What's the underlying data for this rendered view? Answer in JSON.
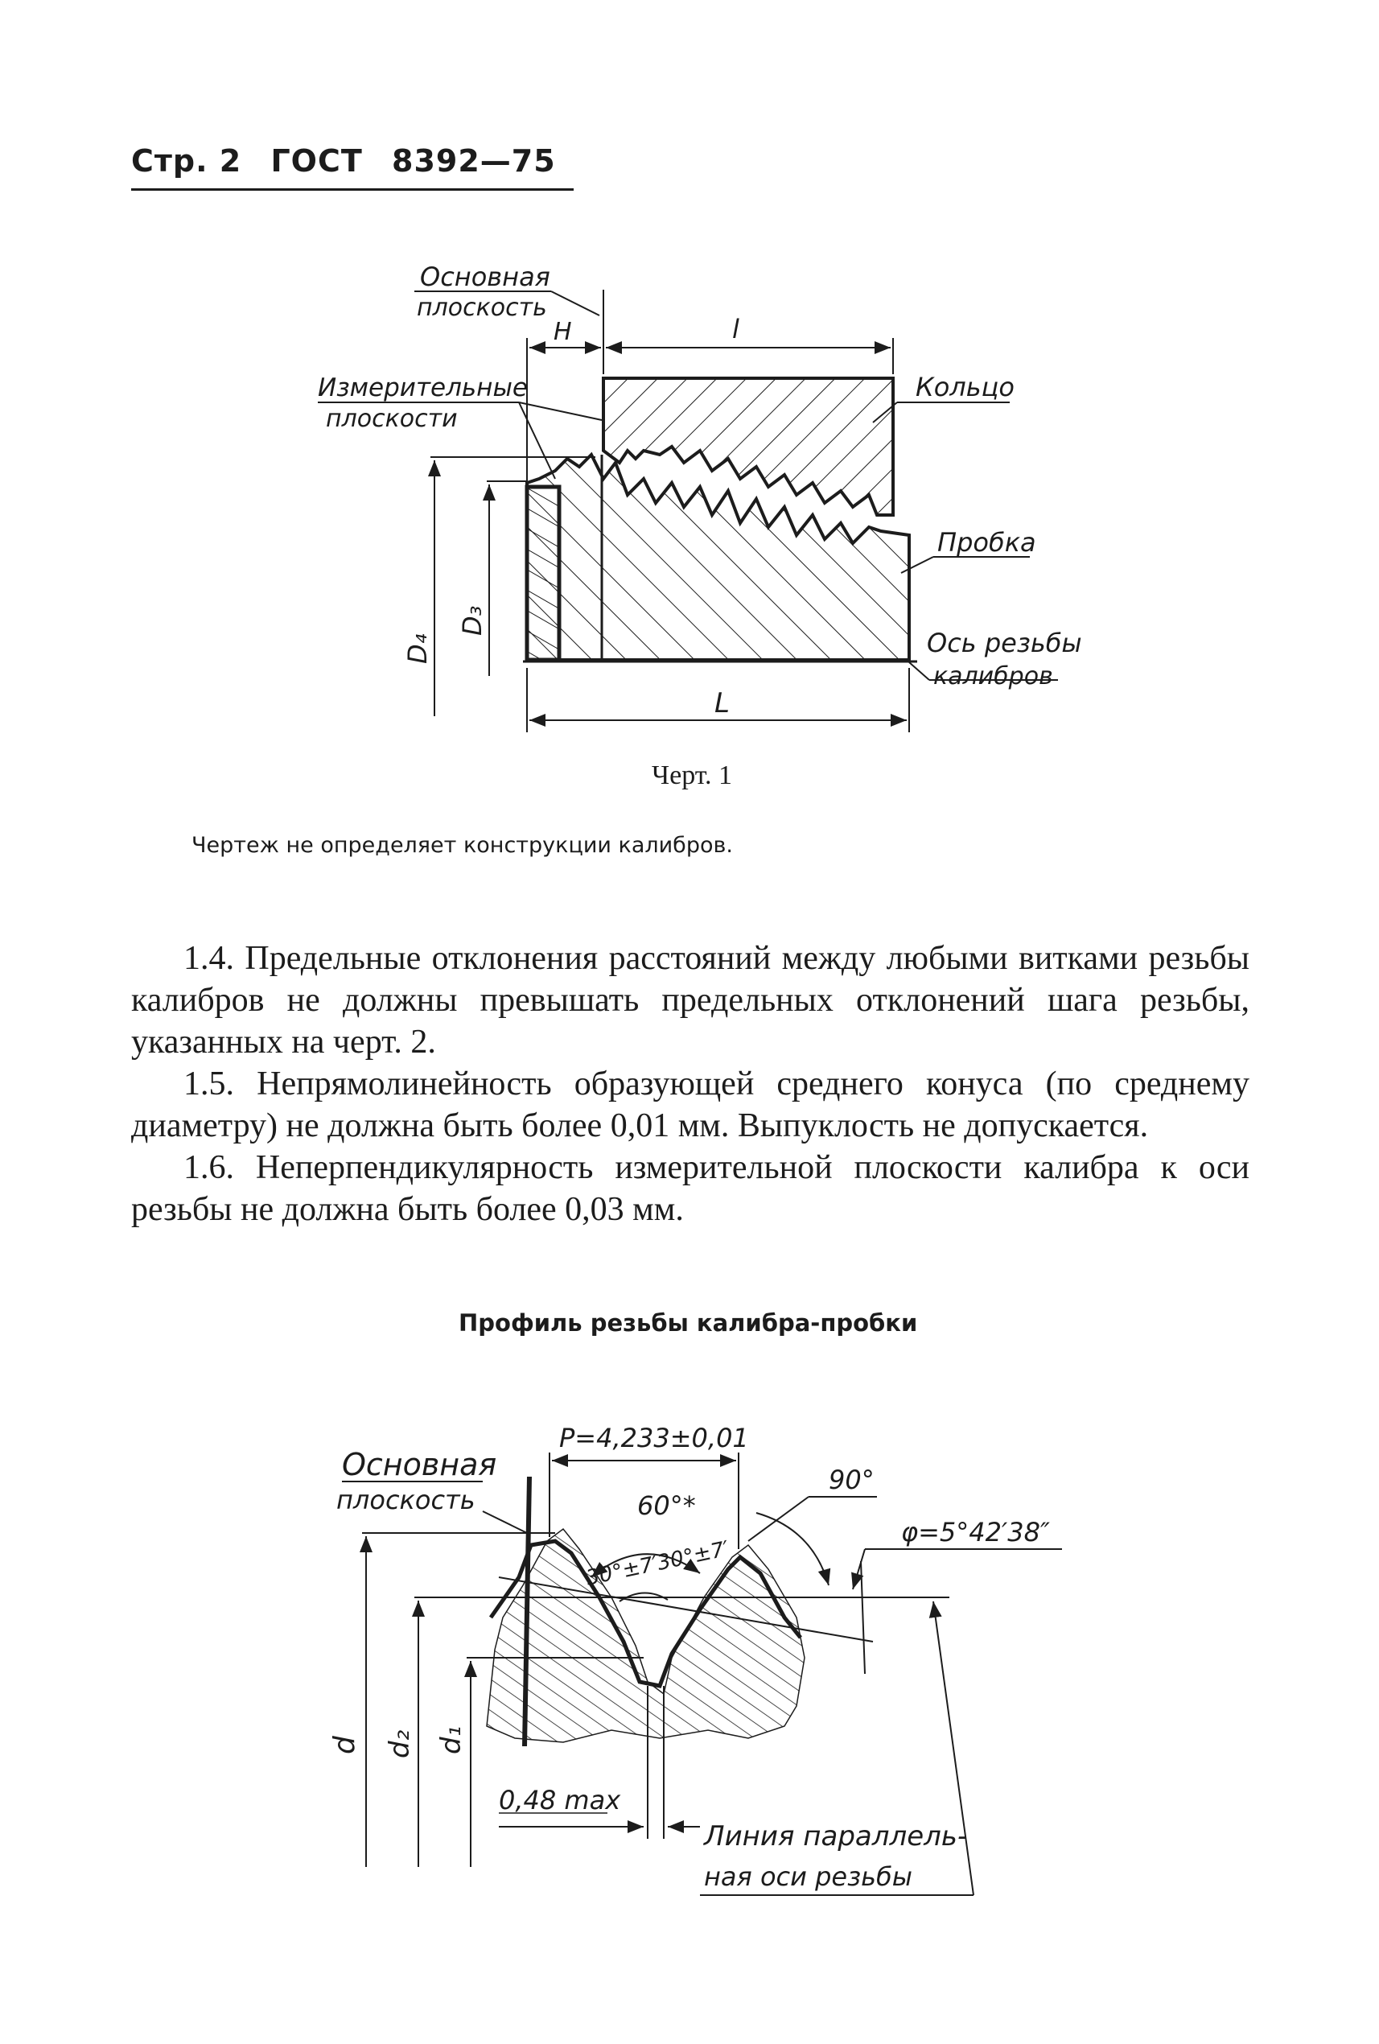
{
  "header": {
    "page": "Стр. 2",
    "standard": "ГОСТ",
    "number": "8392—75"
  },
  "figure1": {
    "labels": {
      "basic_plane": [
        "Основная",
        "плоскость"
      ],
      "H": "H",
      "l": "l",
      "measuring_planes": [
        "Измерительные",
        "плоскости"
      ],
      "ring": "Кольцо",
      "plug": "Пробка",
      "axis": [
        "Ось резьбы",
        "калибров"
      ],
      "L": "L",
      "D4": "D₄",
      "D3": "D₃"
    },
    "caption": "Черт. 1"
  },
  "note": "Чертеж не определяет конструкции калибров.",
  "paragraphs": [
    "1.4. Предельные отклонения расстояний между любыми витками резьбы калибров не должны превышать предельных отклонений шага резьбы, указанных на черт. 2.",
    "1.5. Непрямолинейность образующей среднего конуса (по среднему диаметру) не должна быть более 0,01 мм. Выпуклость не допускается.",
    "1.6. Неперпендикулярность измерительной плоскости калибра к оси резьбы не должна быть более 0,03 мм."
  ],
  "section_title": "Профиль резьбы калибра-пробки",
  "figure2": {
    "labels": {
      "pitch": "P=4,233±0,01",
      "basic_plane": [
        "Основная",
        "плоскость"
      ],
      "angle_60": "60°*",
      "half_angles": "30°±7′30°±7′",
      "angle_90": "90°",
      "phi": "φ=5°42′38″",
      "d": "d",
      "d2": "d₂",
      "d1": "d₁",
      "max": "0,48 max",
      "parallel_line": [
        "Линия параллель-",
        "ная оси резьбы"
      ]
    }
  }
}
